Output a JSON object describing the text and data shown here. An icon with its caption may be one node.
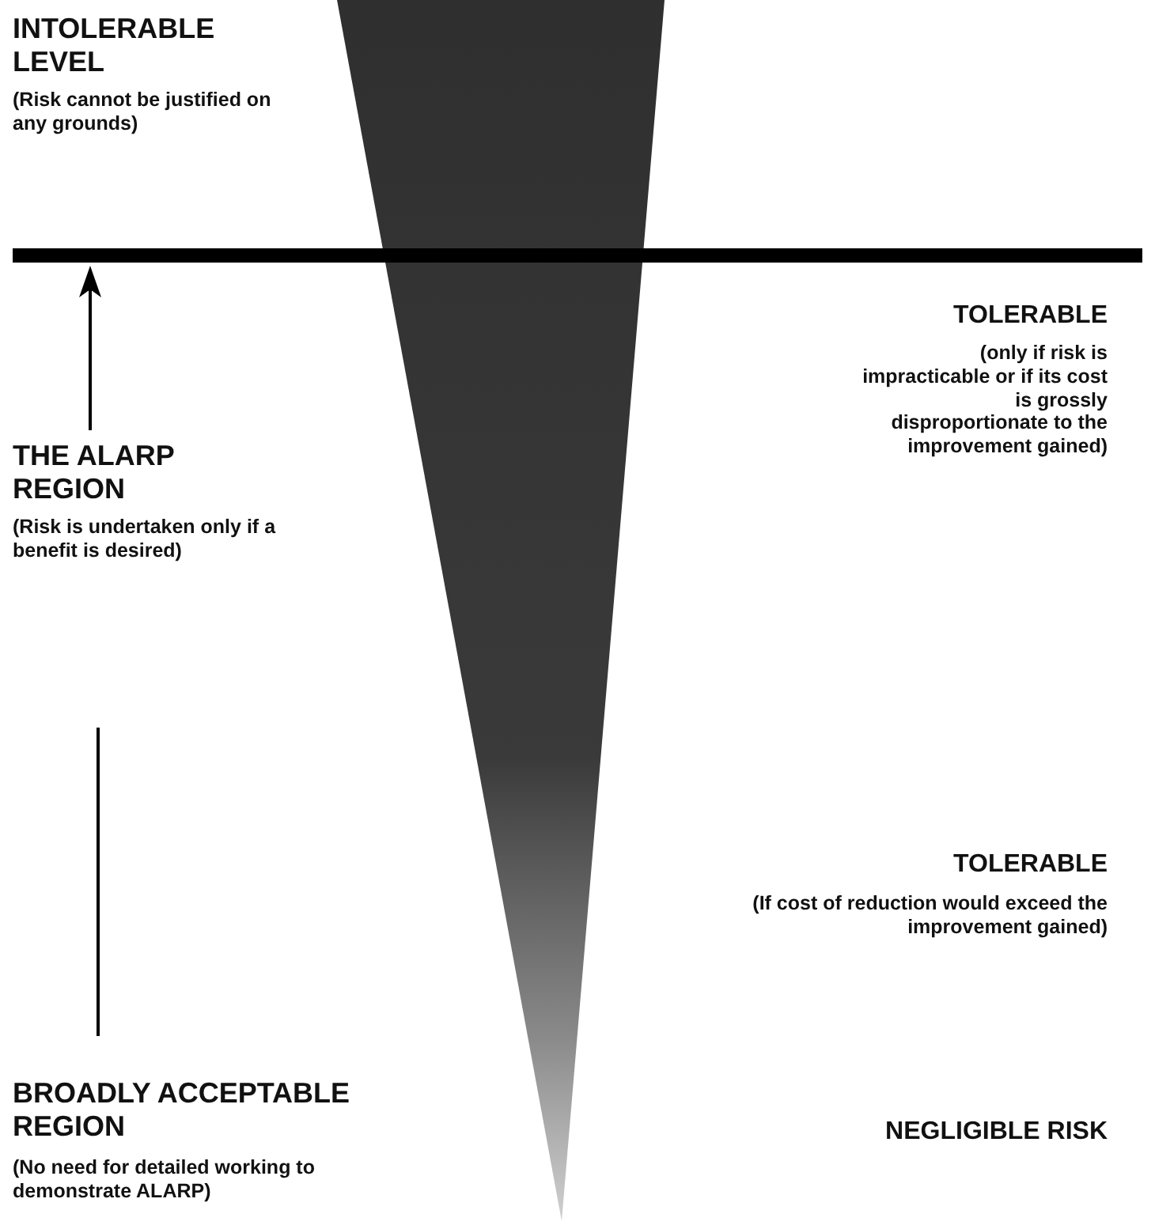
{
  "diagram": {
    "nodes": [
      {
        "text": [],
        "shape": "triangle"
      }
    ],
    "labels": [
      "INTOLERABLE LEVEL",
      "(Risk cannot be justified on any grounds)",
      "TOLERABLE",
      "(only if risk is impracticable or if its cost is grossly disproportionate to the improvement gained)",
      "THE ALARP REGION",
      "(Risk is undertaken only if a benefit is desired)",
      "TOLERABLE",
      "(If cost of reduction would exceed the improvement gained)",
      "BROADLY ACCEPTABLE REGION",
      "(No need for detailed working to demonstrate ALARP)",
      "NEGLIGIBLE RISK"
    ]
  }
}
